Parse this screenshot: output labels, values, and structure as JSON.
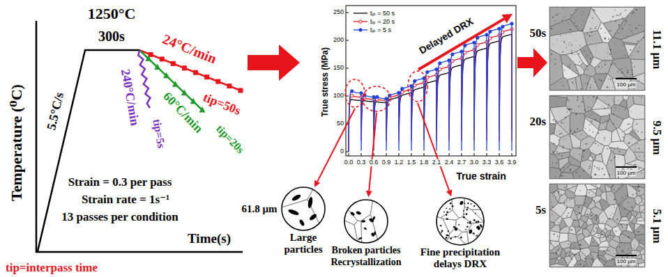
{
  "diagram": {
    "nodes": [
      {
        "text": [
          "Large particles"
        ]
      },
      {
        "text": [
          "Broken particles",
          "Recrystallization"
        ]
      },
      {
        "text": [
          "Fine precipitation delays DRX"
        ]
      },
      {
        "text": [
          "50s",
          "11.1 µm"
        ]
      },
      {
        "text": [
          "20s",
          "9.5 µm"
        ]
      },
      {
        "text": [
          "5s",
          "5.1 µm"
        ]
      }
    ],
    "labels": [
      "1250°C",
      "300s",
      "24°C/min",
      "tip=50s",
      "240°C/min",
      "tip=5s",
      "60°C/min",
      "tip=20s",
      "5.5°C/s",
      "Temperature (⁰C)",
      "Strain = 0.3 per pass",
      "Strain rate = 1s⁻¹",
      "13 passes per condition",
      "Time(s)",
      "tip=interpass time",
      "Delayed DRX",
      "True stress (MPa)",
      "True strain",
      "250",
      "200",
      "150",
      "100",
      "50",
      "0",
      "0.0",
      "0.3",
      "0.6",
      "0.9",
      "1.2",
      "1.5",
      "1.8",
      "2.1",
      "2.4",
      "2.7",
      "3.0",
      "3.3",
      "3.6",
      "3.9",
      "61.8 µm",
      "100 µm",
      "100 µm",
      "100 µm"
    ],
    "legend": [
      {
        "text": "tᵢₚ = 50 s"
      },
      {
        "text": "tᵢₚ = 20 s"
      },
      {
        "text": "tᵢₚ = 5 s"
      }
    ]
  }
}
